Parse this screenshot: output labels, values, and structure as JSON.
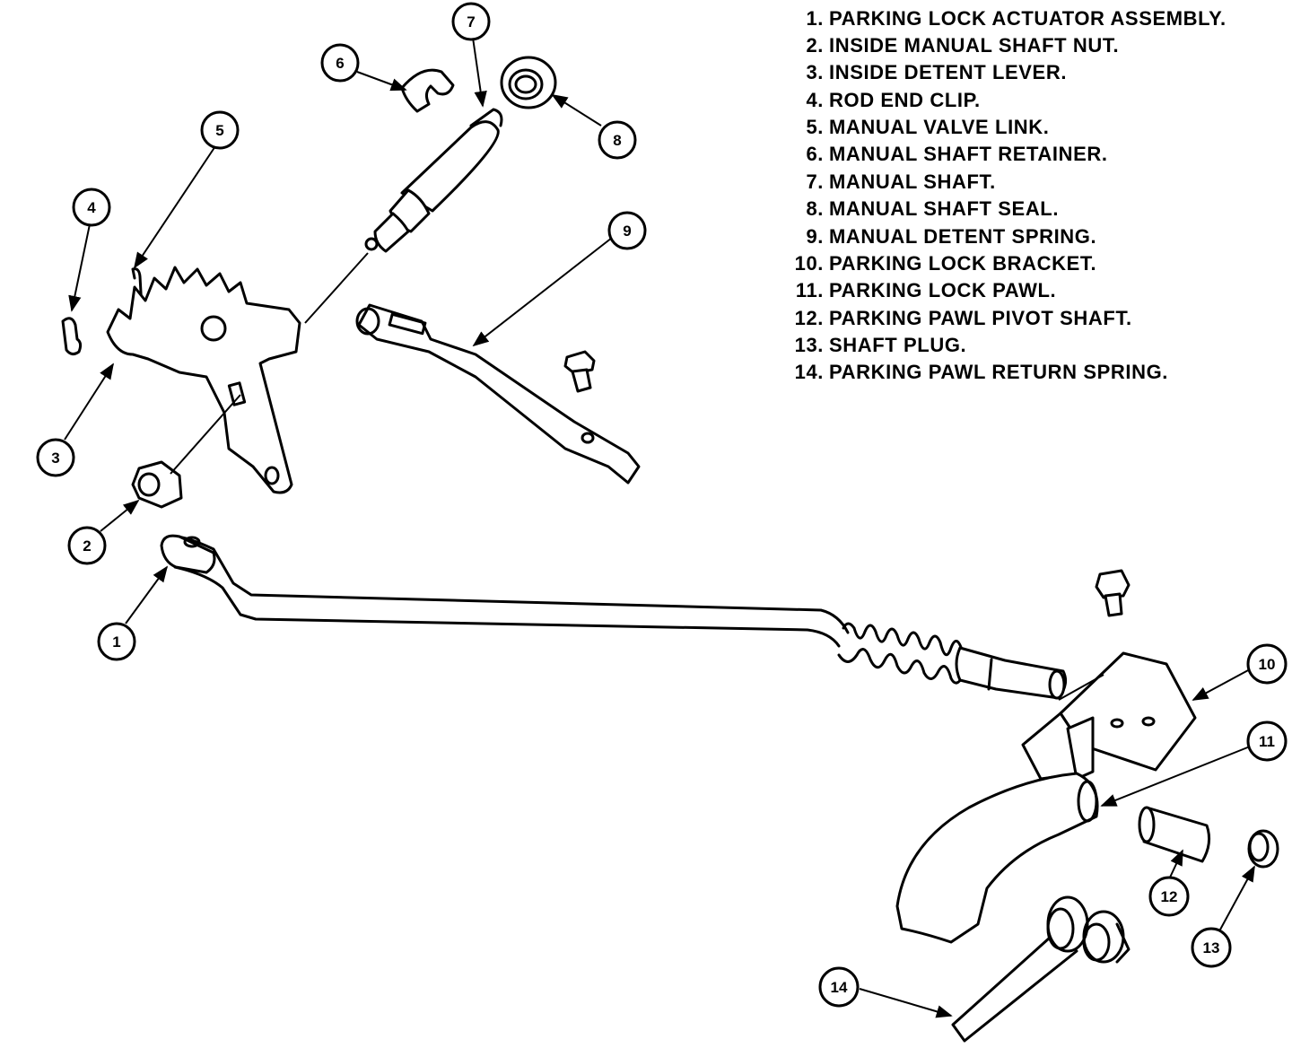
{
  "legend": [
    {
      "num": "1.",
      "text": "PARKING LOCK ACTUATOR ASSEMBLY."
    },
    {
      "num": "2.",
      "text": "INSIDE MANUAL SHAFT NUT."
    },
    {
      "num": "3.",
      "text": "INSIDE DETENT LEVER."
    },
    {
      "num": "4.",
      "text": "ROD END CLIP."
    },
    {
      "num": "5.",
      "text": "MANUAL VALVE LINK."
    },
    {
      "num": "6.",
      "text": "MANUAL SHAFT RETAINER."
    },
    {
      "num": "7.",
      "text": "MANUAL SHAFT."
    },
    {
      "num": "8.",
      "text": "MANUAL SHAFT SEAL."
    },
    {
      "num": "9.",
      "text": "MANUAL DETENT SPRING."
    },
    {
      "num": "10.",
      "text": "PARKING LOCK BRACKET."
    },
    {
      "num": "11.",
      "text": "PARKING LOCK PAWL."
    },
    {
      "num": "12.",
      "text": "PARKING PAWL PIVOT SHAFT."
    },
    {
      "num": "13.",
      "text": "SHAFT PLUG."
    },
    {
      "num": "14.",
      "text": "PARKING PAWL RETURN SPRING."
    }
  ],
  "callouts": [
    "1",
    "2",
    "3",
    "4",
    "5",
    "6",
    "7",
    "8",
    "9",
    "10",
    "11",
    "12",
    "13",
    "14"
  ]
}
